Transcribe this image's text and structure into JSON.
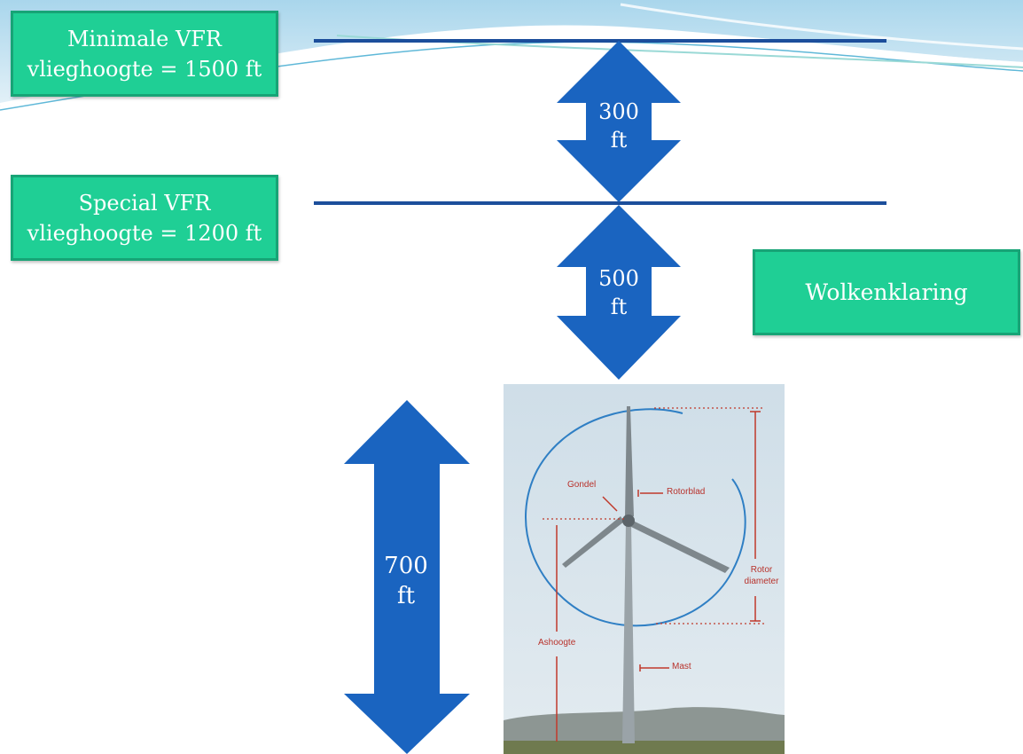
{
  "boxes": {
    "min_vfr": {
      "line1": "Minimale VFR",
      "line2": "vlieghoogte = 1500 ft"
    },
    "special_vfr": {
      "line1": "Special VFR",
      "line2": "vlieghoogte = 1200 ft"
    },
    "wolkenklaring": "Wolkenklaring"
  },
  "arrows": {
    "a300": {
      "value": "300",
      "unit": "ft"
    },
    "a500": {
      "value": "500",
      "unit": "ft"
    },
    "a700": {
      "value": "700",
      "unit": "ft"
    }
  },
  "turbine": {
    "labels": {
      "gondel": "Gondel",
      "rotorblad": "Rotorblad",
      "rotor_line1": "Rotor",
      "rotor_line2": "diameter",
      "ashoogte": "Ashoogte",
      "mast": "Mast"
    }
  },
  "colors": {
    "green_box": "#1fcf95",
    "arrow_blue": "#1a64c0",
    "line_navy": "#1c4e9b",
    "annotation_red": "#b8322b"
  }
}
